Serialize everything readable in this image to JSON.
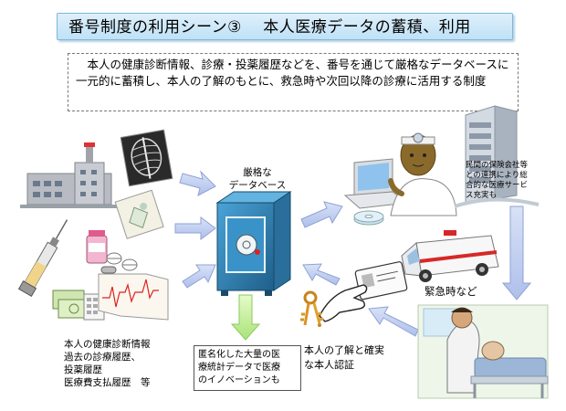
{
  "title": "番号制度の利用シーン③　 本人医療データの蓄積、利用",
  "description": "本人の健康診断情報、診療・投薬履歴などを、番号を通じて厳格なデータベースに一元的に蓄積し、本人の了解のもとに、救急時や次回以降の診療に活用する制度",
  "database_label": [
    "厳格な",
    "データベース"
  ],
  "inputs_label": [
    "本人の健康診断情報",
    "過去の診療履歴、",
    "投薬履歴",
    "医療費支払履歴　等"
  ],
  "anonymized_label": [
    "匿名化した大量の医",
    "療統計データで医療",
    "のイノベーションも"
  ],
  "consent_label": [
    "本人の了解と確実",
    "な本人認証"
  ],
  "emergency_label": "緊急時など",
  "insurance_label": [
    "民間の保険会社等",
    "との連携により総",
    "合的な医療サービ",
    "ス充実も"
  ],
  "colors": {
    "title_bg": "#cfe8f8",
    "arrow_fill": "#c6d3f2",
    "arrow_stroke": "#8fa2d6",
    "green_arrow": "#c8f0a0",
    "safe_body": "#2f86b8",
    "ambulance_stripe": "#d62828"
  },
  "icons": [
    "hospital-icon",
    "xray-icon",
    "medicine-bottle-icon",
    "pills-icon",
    "syringe-icon",
    "money-icon",
    "chart-icon",
    "safe-icon",
    "laptop-icon",
    "doctor-icon",
    "office-building-icon",
    "ambulance-icon",
    "id-card-icon",
    "keys-icon",
    "hospital-bed-icon"
  ]
}
